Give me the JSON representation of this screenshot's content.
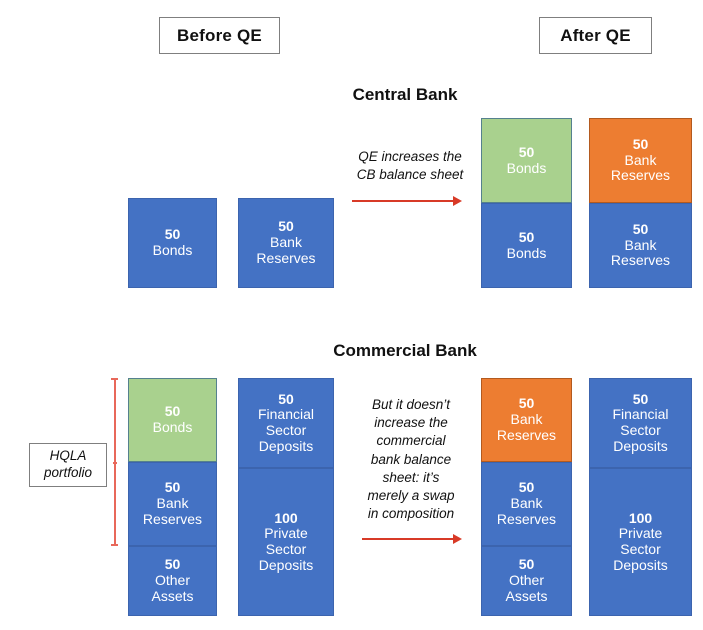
{
  "header": {
    "before_label": "Before QE",
    "after_label": "After QE"
  },
  "sections": {
    "central_bank_title": "Central Bank",
    "commercial_bank_title": "Commercial Bank"
  },
  "colors": {
    "blue": "#4472C4",
    "green": "#A9D18E",
    "orange": "#ED7D31",
    "arrow_red": "#D83A27",
    "bracket_red": "#E8685A"
  },
  "central_bank": {
    "before": {
      "assets": [
        {
          "amount": "50",
          "label": "Bonds",
          "color": "blue",
          "height": 90
        }
      ],
      "liabilities": [
        {
          "amount": "50",
          "label": "Bank\nReserves",
          "color": "blue",
          "height": 90
        }
      ]
    },
    "after": {
      "assets": [
        {
          "amount": "50",
          "label": "Bonds",
          "color": "green",
          "height": 85
        },
        {
          "amount": "50",
          "label": "Bonds",
          "color": "blue",
          "height": 85
        }
      ],
      "liabilities": [
        {
          "amount": "50",
          "label": "Bank\nReserves",
          "color": "orange",
          "height": 85
        },
        {
          "amount": "50",
          "label": "Bank\nReserves",
          "color": "blue",
          "height": 85
        }
      ]
    },
    "annotation": "QE increases the\nCB balance sheet"
  },
  "commercial_bank": {
    "before": {
      "assets": [
        {
          "amount": "50",
          "label": "Bonds",
          "color": "green",
          "height": 84
        },
        {
          "amount": "50",
          "label": "Bank\nReserves",
          "color": "blue",
          "height": 84
        },
        {
          "amount": "50",
          "label": "Other\nAssets",
          "color": "blue",
          "height": 70
        }
      ],
      "liabilities": [
        {
          "amount": "50",
          "label": "Financial\nSector\nDeposits",
          "color": "blue",
          "height": 90
        },
        {
          "amount": "100",
          "label": "Private\nSector\nDeposits",
          "color": "blue",
          "height": 148
        }
      ]
    },
    "after": {
      "assets": [
        {
          "amount": "50",
          "label": "Bank\nReserves",
          "color": "orange",
          "height": 84
        },
        {
          "amount": "50",
          "label": "Bank\nReserves",
          "color": "blue",
          "height": 84
        },
        {
          "amount": "50",
          "label": "Other\nAssets",
          "color": "blue",
          "height": 70
        }
      ],
      "liabilities": [
        {
          "amount": "50",
          "label": "Financial\nSector\nDeposits",
          "color": "blue",
          "height": 90
        },
        {
          "amount": "100",
          "label": "Private\nSector\nDeposits",
          "color": "blue",
          "height": 148
        }
      ]
    },
    "annotation": "But it doesn’t\nincrease the\ncommercial\nbank balance\nsheet: it’s\nmerely a swap\nin composition",
    "hqla_label": "HQLA\nportfolio"
  }
}
